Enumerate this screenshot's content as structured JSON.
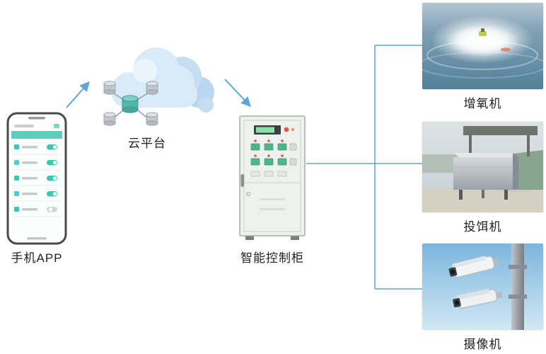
{
  "diagram": {
    "labels": {
      "phone": "手机APP",
      "cloud": "云平台",
      "cabinet": "智能控制柜",
      "aerator": "增氧机",
      "feeder": "投饵机",
      "camera": "摄像机"
    },
    "colors": {
      "connector": "#58a8d8",
      "cloud_fill": "#d9ebf8",
      "hub_teal": "#52b8aa",
      "app_green": "#3ec6b4",
      "indicator_red": "#e05555",
      "button_green": "#4db68a"
    }
  }
}
